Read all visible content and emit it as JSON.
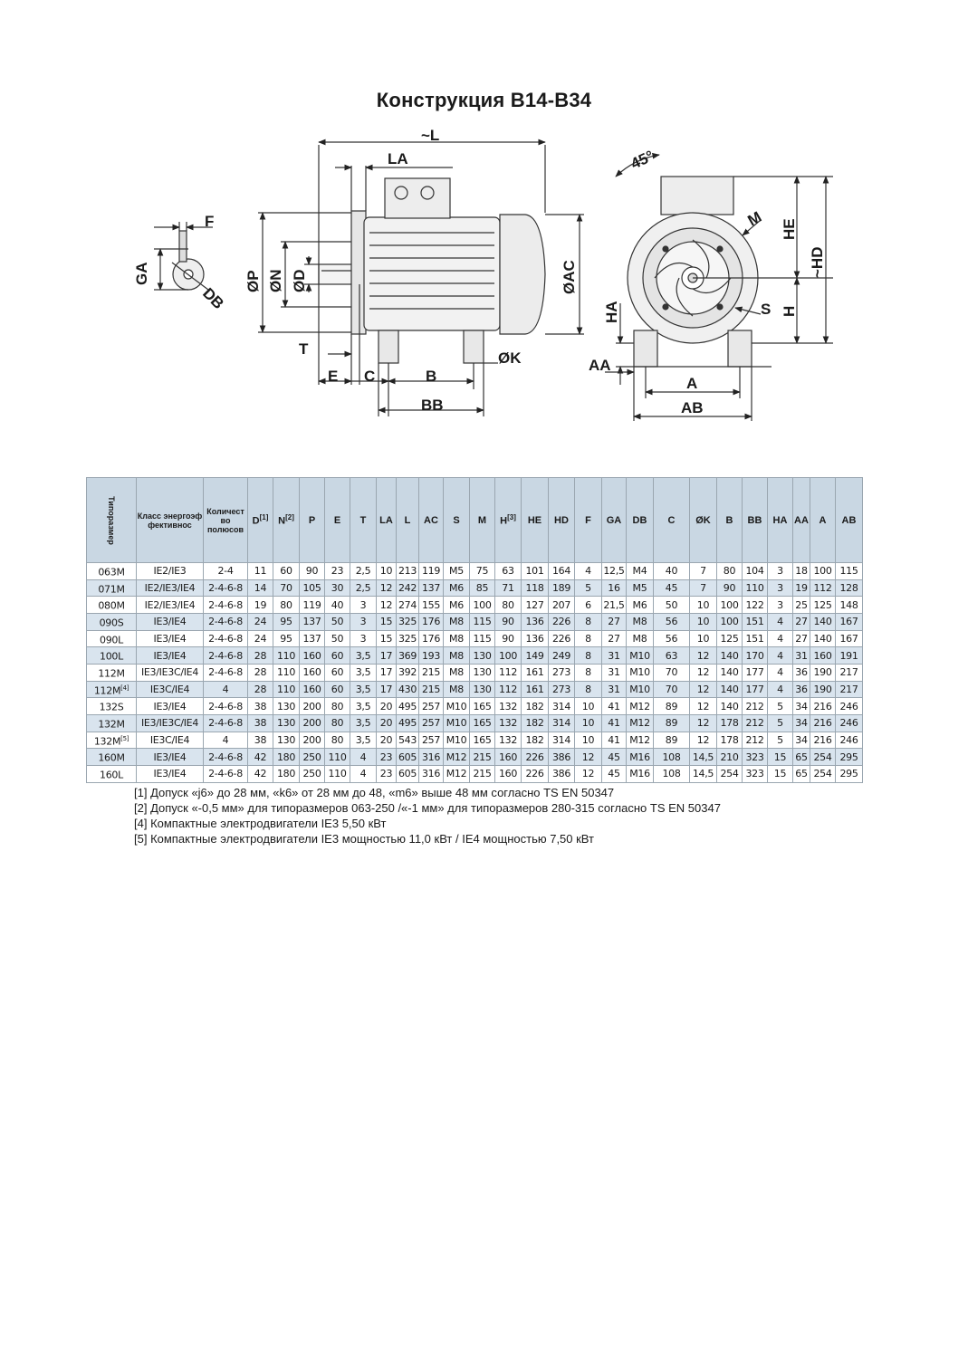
{
  "title": "Конструкция B14-B34",
  "drawing_labels": {
    "L": "~L",
    "LA": "LA",
    "F": "F",
    "GA": "GA",
    "DB": "DB",
    "P": "ØP",
    "N": "ØN",
    "D": "ØD",
    "AC": "ØAC",
    "T": "T",
    "E": "E",
    "C": "C",
    "B": "B",
    "K": "ØK",
    "BB": "BB",
    "angle": "45°",
    "M": "M",
    "HE": "HE",
    "HD": "~HD",
    "S": "S",
    "H": "H",
    "HA": "HA",
    "AA": "AA",
    "A": "A",
    "AB": "AB"
  },
  "table": {
    "headers": {
      "type": "Типоразмер",
      "class": "Класс энергоэф фективнос",
      "poles": "Количест во полюсов",
      "D": "D",
      "D_note": "[1]",
      "N": "N",
      "N_note": "[2]",
      "P": "P",
      "E": "E",
      "T": "T",
      "LA": "LA",
      "L": "L",
      "AC": "AC",
      "S": "S",
      "M": "M",
      "H": "H",
      "H_note": "[3]",
      "HE": "HE",
      "HD": "HD",
      "F": "F",
      "GA": "GA",
      "DB": "DB",
      "C": "C",
      "K": "ØK",
      "B": "B",
      "BB": "BB",
      "HA": "HA",
      "AA": "AA",
      "A": "A",
      "AB": "AB"
    },
    "rows": [
      {
        "type": "063M",
        "sup": "",
        "class": "IE2/IE3",
        "poles": "2-4",
        "D": "11",
        "N": "60",
        "P": "90",
        "E": "23",
        "T": "2,5",
        "LA": "10",
        "L": "213",
        "AC": "119",
        "S": "M5",
        "M": "75",
        "H": "63",
        "HE": "101",
        "HD": "164",
        "F": "4",
        "GA": "12,5",
        "DB": "M4",
        "C": "40",
        "K": "7",
        "B": "80",
        "BB": "104",
        "HA": "3",
        "AA": "18",
        "A": "100",
        "AB": "115"
      },
      {
        "type": "071M",
        "sup": "",
        "class": "IE2/IE3/IE4",
        "poles": "2-4-6-8",
        "D": "14",
        "N": "70",
        "P": "105",
        "E": "30",
        "T": "2,5",
        "LA": "12",
        "L": "242",
        "AC": "137",
        "S": "M6",
        "M": "85",
        "H": "71",
        "HE": "118",
        "HD": "189",
        "F": "5",
        "GA": "16",
        "DB": "M5",
        "C": "45",
        "K": "7",
        "B": "90",
        "BB": "110",
        "HA": "3",
        "AA": "19",
        "A": "112",
        "AB": "128"
      },
      {
        "type": "080M",
        "sup": "",
        "class": "IE2/IE3/IE4",
        "poles": "2-4-6-8",
        "D": "19",
        "N": "80",
        "P": "119",
        "E": "40",
        "T": "3",
        "LA": "12",
        "L": "274",
        "AC": "155",
        "S": "M6",
        "M": "100",
        "H": "80",
        "HE": "127",
        "HD": "207",
        "F": "6",
        "GA": "21,5",
        "DB": "M6",
        "C": "50",
        "K": "10",
        "B": "100",
        "BB": "122",
        "HA": "3",
        "AA": "25",
        "A": "125",
        "AB": "148"
      },
      {
        "type": "090S",
        "sup": "",
        "class": "IE3/IE4",
        "poles": "2-4-6-8",
        "D": "24",
        "N": "95",
        "P": "137",
        "E": "50",
        "T": "3",
        "LA": "15",
        "L": "325",
        "AC": "176",
        "S": "M8",
        "M": "115",
        "H": "90",
        "HE": "136",
        "HD": "226",
        "F": "8",
        "GA": "27",
        "DB": "M8",
        "C": "56",
        "K": "10",
        "B": "100",
        "BB": "151",
        "HA": "4",
        "AA": "27",
        "A": "140",
        "AB": "167"
      },
      {
        "type": "090L",
        "sup": "",
        "class": "IE3/IE4",
        "poles": "2-4-6-8",
        "D": "24",
        "N": "95",
        "P": "137",
        "E": "50",
        "T": "3",
        "LA": "15",
        "L": "325",
        "AC": "176",
        "S": "M8",
        "M": "115",
        "H": "90",
        "HE": "136",
        "HD": "226",
        "F": "8",
        "GA": "27",
        "DB": "M8",
        "C": "56",
        "K": "10",
        "B": "125",
        "BB": "151",
        "HA": "4",
        "AA": "27",
        "A": "140",
        "AB": "167"
      },
      {
        "type": "100L",
        "sup": "",
        "class": "IE3/IE4",
        "poles": "2-4-6-8",
        "D": "28",
        "N": "110",
        "P": "160",
        "E": "60",
        "T": "3,5",
        "LA": "17",
        "L": "369",
        "AC": "193",
        "S": "M8",
        "M": "130",
        "H": "100",
        "HE": "149",
        "HD": "249",
        "F": "8",
        "GA": "31",
        "DB": "M10",
        "C": "63",
        "K": "12",
        "B": "140",
        "BB": "170",
        "HA": "4",
        "AA": "31",
        "A": "160",
        "AB": "191"
      },
      {
        "type": "112M",
        "sup": "",
        "class": "IE3/IE3C/IE4",
        "poles": "2-4-6-8",
        "D": "28",
        "N": "110",
        "P": "160",
        "E": "60",
        "T": "3,5",
        "LA": "17",
        "L": "392",
        "AC": "215",
        "S": "M8",
        "M": "130",
        "H": "112",
        "HE": "161",
        "HD": "273",
        "F": "8",
        "GA": "31",
        "DB": "M10",
        "C": "70",
        "K": "12",
        "B": "140",
        "BB": "177",
        "HA": "4",
        "AA": "36",
        "A": "190",
        "AB": "217"
      },
      {
        "type": "112M",
        "sup": "[4]",
        "class": "IE3C/IE4",
        "poles": "4",
        "D": "28",
        "N": "110",
        "P": "160",
        "E": "60",
        "T": "3,5",
        "LA": "17",
        "L": "430",
        "AC": "215",
        "S": "M8",
        "M": "130",
        "H": "112",
        "HE": "161",
        "HD": "273",
        "F": "8",
        "GA": "31",
        "DB": "M10",
        "C": "70",
        "K": "12",
        "B": "140",
        "BB": "177",
        "HA": "4",
        "AA": "36",
        "A": "190",
        "AB": "217"
      },
      {
        "type": "132S",
        "sup": "",
        "class": "IE3/IE4",
        "poles": "2-4-6-8",
        "D": "38",
        "N": "130",
        "P": "200",
        "E": "80",
        "T": "3,5",
        "LA": "20",
        "L": "495",
        "AC": "257",
        "S": "M10",
        "M": "165",
        "H": "132",
        "HE": "182",
        "HD": "314",
        "F": "10",
        "GA": "41",
        "DB": "M12",
        "C": "89",
        "K": "12",
        "B": "140",
        "BB": "212",
        "HA": "5",
        "AA": "34",
        "A": "216",
        "AB": "246"
      },
      {
        "type": "132M",
        "sup": "",
        "class": "IE3/IE3C/IE4",
        "poles": "2-4-6-8",
        "D": "38",
        "N": "130",
        "P": "200",
        "E": "80",
        "T": "3,5",
        "LA": "20",
        "L": "495",
        "AC": "257",
        "S": "M10",
        "M": "165",
        "H": "132",
        "HE": "182",
        "HD": "314",
        "F": "10",
        "GA": "41",
        "DB": "M12",
        "C": "89",
        "K": "12",
        "B": "178",
        "BB": "212",
        "HA": "5",
        "AA": "34",
        "A": "216",
        "AB": "246"
      },
      {
        "type": "132M",
        "sup": "[5]",
        "class": "IE3C/IE4",
        "poles": "4",
        "D": "38",
        "N": "130",
        "P": "200",
        "E": "80",
        "T": "3,5",
        "LA": "20",
        "L": "543",
        "AC": "257",
        "S": "M10",
        "M": "165",
        "H": "132",
        "HE": "182",
        "HD": "314",
        "F": "10",
        "GA": "41",
        "DB": "M12",
        "C": "89",
        "K": "12",
        "B": "178",
        "BB": "212",
        "HA": "5",
        "AA": "34",
        "A": "216",
        "AB": "246"
      },
      {
        "type": "160M",
        "sup": "",
        "class": "IE3/IE4",
        "poles": "2-4-6-8",
        "D": "42",
        "N": "180",
        "P": "250",
        "E": "110",
        "T": "4",
        "LA": "23",
        "L": "605",
        "AC": "316",
        "S": "M12",
        "M": "215",
        "H": "160",
        "HE": "226",
        "HD": "386",
        "F": "12",
        "GA": "45",
        "DB": "M16",
        "C": "108",
        "K": "14,5",
        "B": "210",
        "BB": "323",
        "HA": "15",
        "AA": "65",
        "A": "254",
        "AB": "295"
      },
      {
        "type": "160L",
        "sup": "",
        "class": "IE3/IE4",
        "poles": "2-4-6-8",
        "D": "42",
        "N": "180",
        "P": "250",
        "E": "110",
        "T": "4",
        "LA": "23",
        "L": "605",
        "AC": "316",
        "S": "M12",
        "M": "215",
        "H": "160",
        "HE": "226",
        "HD": "386",
        "F": "12",
        "GA": "45",
        "DB": "M16",
        "C": "108",
        "K": "14,5",
        "B": "254",
        "BB": "323",
        "HA": "15",
        "AA": "65",
        "A": "254",
        "AB": "295"
      }
    ]
  },
  "notes": [
    "[1] Допуск «j6» до 28 мм, «k6» от 28 мм до 48, «m6» выше 48 мм согласно TS EN 50347",
    "[2] Допуск «-0,5 мм» для типоразмеров 063-250 /«-1 мм» для типоразмеров 280-315  согласно TS EN 50347",
    "[4] Компактные электродвигатели IE3 5,50 кВт",
    "[5] Компактные электродвигатели IE3 мощностью 11,0 кВт / IE4 мощностью 7,50 кВт"
  ]
}
